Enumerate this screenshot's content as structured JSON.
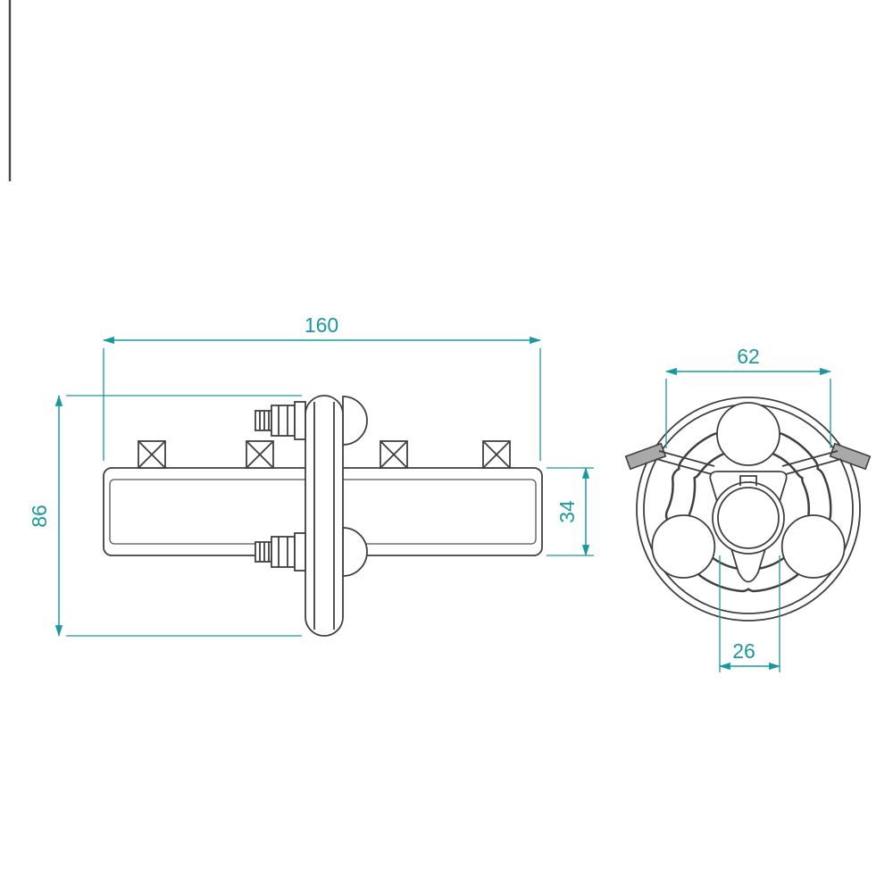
{
  "drawing": {
    "description": "two-view technical drawing of a hub flange axle assembly",
    "colors": {
      "outline": "#3f3f3f",
      "dimension": "#1a98a0",
      "background": "#ffffff"
    },
    "side_view": {
      "dim_overall_length": "160",
      "dim_overall_height": "86",
      "dim_tube_height": "34"
    },
    "front_view": {
      "dim_hub_width": "62",
      "dim_bore": "26"
    }
  }
}
